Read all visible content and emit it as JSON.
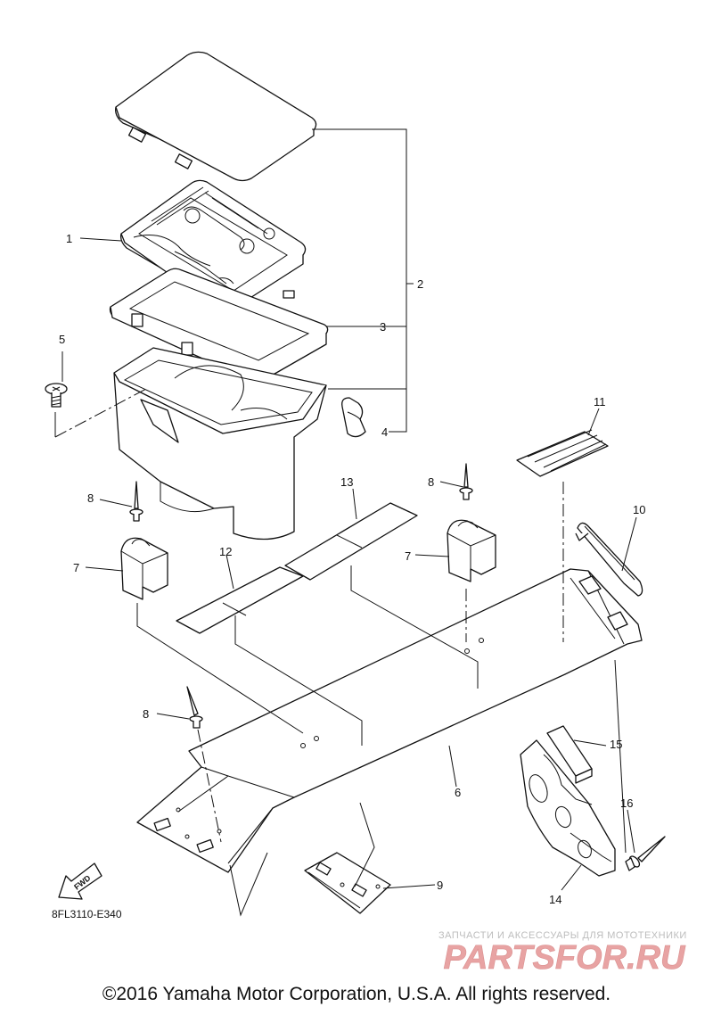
{
  "callouts": [
    {
      "id": "1",
      "text": "1"
    },
    {
      "id": "2",
      "text": "2"
    },
    {
      "id": "3",
      "text": "3"
    },
    {
      "id": "4",
      "text": "4"
    },
    {
      "id": "5",
      "text": "5"
    },
    {
      "id": "6",
      "text": "6"
    },
    {
      "id": "7a",
      "text": "7"
    },
    {
      "id": "7b",
      "text": "7"
    },
    {
      "id": "8a",
      "text": "8"
    },
    {
      "id": "8b",
      "text": "8"
    },
    {
      "id": "8c",
      "text": "8"
    },
    {
      "id": "9",
      "text": "9"
    },
    {
      "id": "10",
      "text": "10"
    },
    {
      "id": "11",
      "text": "11"
    },
    {
      "id": "12",
      "text": "12"
    },
    {
      "id": "13",
      "text": "13"
    },
    {
      "id": "14",
      "text": "14"
    },
    {
      "id": "15",
      "text": "15"
    },
    {
      "id": "16",
      "text": "16"
    }
  ],
  "fwd_label": "FWD",
  "diagram_code": "8FL3110-E340",
  "watermark": {
    "subtitle": "ЗАПЧАСТИ И АКСЕССУАРЫ ДЛЯ МОТОТЕХНИКИ",
    "logo_text": "PARTSFOR.RU"
  },
  "copyright": "©2016 Yamaha Motor Corporation, U.S.A. All rights reserved.",
  "colors": {
    "line": "#111111",
    "watermark": "#bdbdbd",
    "logo": "#e8a3a3"
  }
}
